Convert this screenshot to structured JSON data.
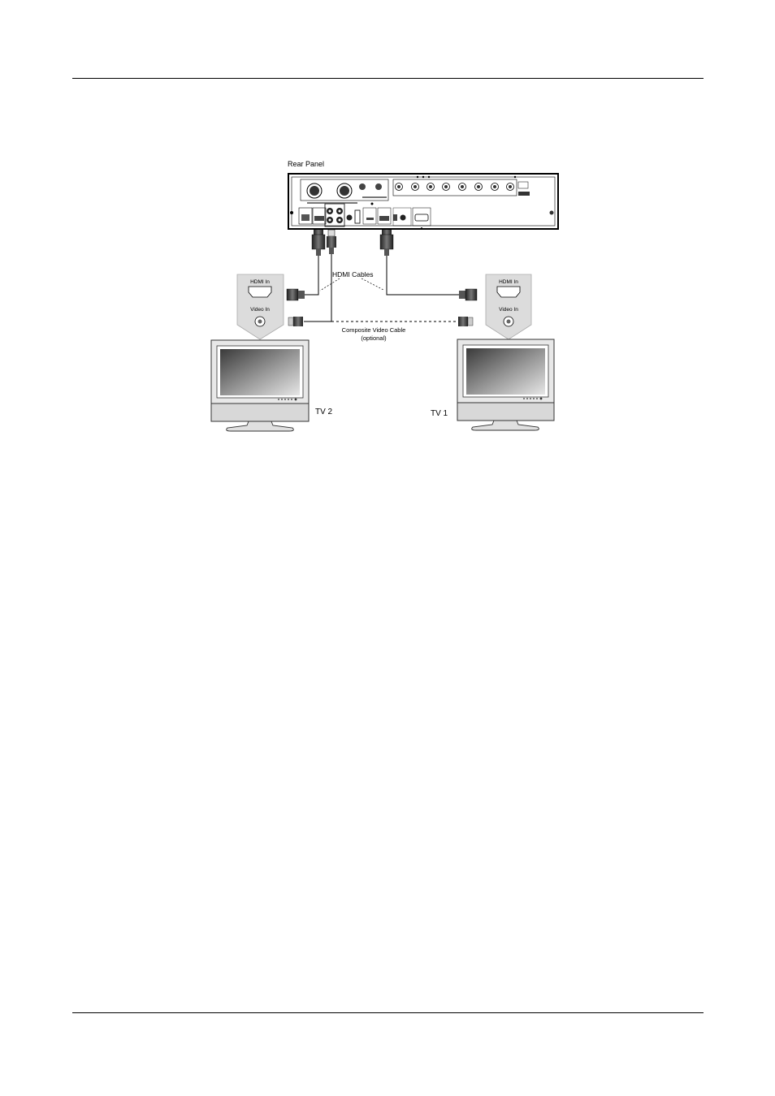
{
  "diagram": {
    "rear_panel_label": "Rear Panel",
    "hdmi_cables_label": "HDMI Cables",
    "composite_cable_label": "Composite Video Cable",
    "composite_cable_note": "(optional)",
    "tv_left_label": "TV 2",
    "tv_right_label": "TV 1",
    "port_hdmi_in_label": "HDMI In",
    "port_video_in_label": "Video In"
  }
}
